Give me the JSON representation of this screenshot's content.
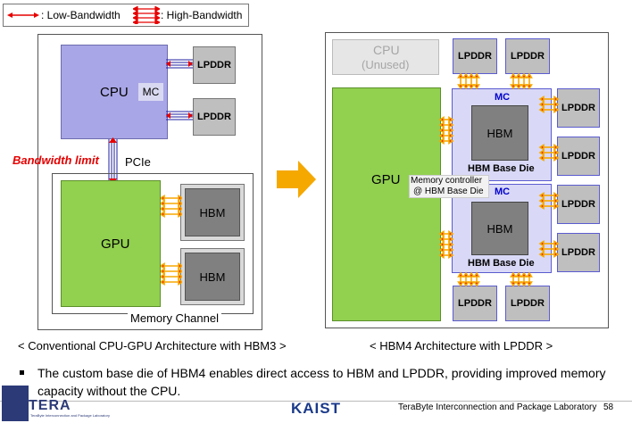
{
  "legend": {
    "low_label": ": Low-Bandwidth",
    "high_label": ": High-Bandwidth",
    "low_color": "#e60000",
    "high_color": "#e60000"
  },
  "left": {
    "cpu": "CPU",
    "mc": "MC",
    "lpddr": [
      "LPDDR",
      "LPDDR"
    ],
    "bandwidth_limit": "Bandwidth limit",
    "pcie": "PCIe",
    "gpu": "GPU",
    "hbm": [
      "HBM",
      "HBM"
    ],
    "memory_channel": "Memory Channel",
    "caption": "< Conventional CPU-GPU Architecture with HBM3 >"
  },
  "right": {
    "cpu_unused_line1": "CPU",
    "cpu_unused_line2": "(Unused)",
    "gpu": "GPU",
    "mc_callout_line1": "Memory controller",
    "mc_callout_line2": "@ HBM Base Die",
    "mc": [
      "MC",
      "MC"
    ],
    "hbm": [
      "HBM",
      "HBM"
    ],
    "hbm_base_die": [
      "HBM Base Die",
      "HBM Base Die"
    ],
    "lpddr_top": [
      "LPDDR",
      "LPDDR"
    ],
    "lpddr_side": [
      "LPDDR",
      "LPDDR",
      "LPDDR",
      "LPDDR"
    ],
    "lpddr_bottom": [
      "LPDDR",
      "LPDDR"
    ],
    "caption": "< HBM4 Architecture with LPDDR >"
  },
  "bullet_line1": "The custom base die of HBM4 enables direct access to HBM and LPDDR, providing improved memory",
  "bullet_line2": "capacity without the CPU.",
  "footer": {
    "logo_left": "TERA",
    "logo_left_sub": "TeraByte Interconnection and Package Laboratory",
    "kaist": "KAIST",
    "lab": "TeraByte Interconnection and Package Laboratory",
    "page": "58"
  },
  "colors": {
    "cpu": "#a8a6e6",
    "gpu": "#92d050",
    "lpddr": "#bfbfbf",
    "hbm": "#808080",
    "base_die": "#d9d9f7",
    "arrow": "#f5a800",
    "mc_text": "#0000cc",
    "bw_limit": "#e60000"
  }
}
